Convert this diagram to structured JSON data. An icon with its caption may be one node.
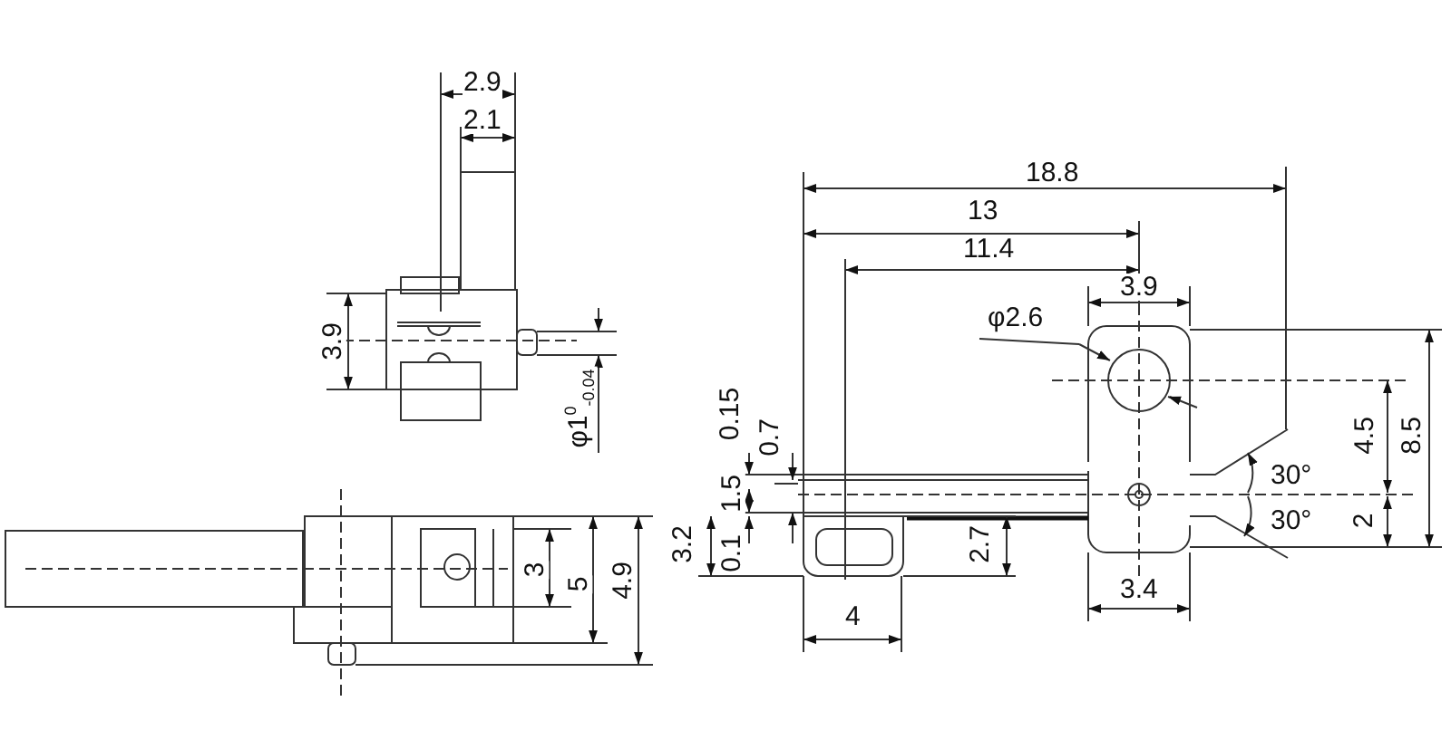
{
  "diagram": {
    "labels": [
      "2.9",
      "2.1",
      "3.9",
      "φ1$^{0}$$_{-0.04}$",
      "18.8",
      "13",
      "11.4",
      "φ2.6",
      "3.9",
      "0.15",
      "0.7",
      "4.5",
      "8.5",
      "1.5",
      "30°",
      "3.2",
      "0.1",
      "2",
      "30°",
      "2.7",
      "3",
      "5",
      "4.9",
      "4",
      "3.4"
    ]
  }
}
